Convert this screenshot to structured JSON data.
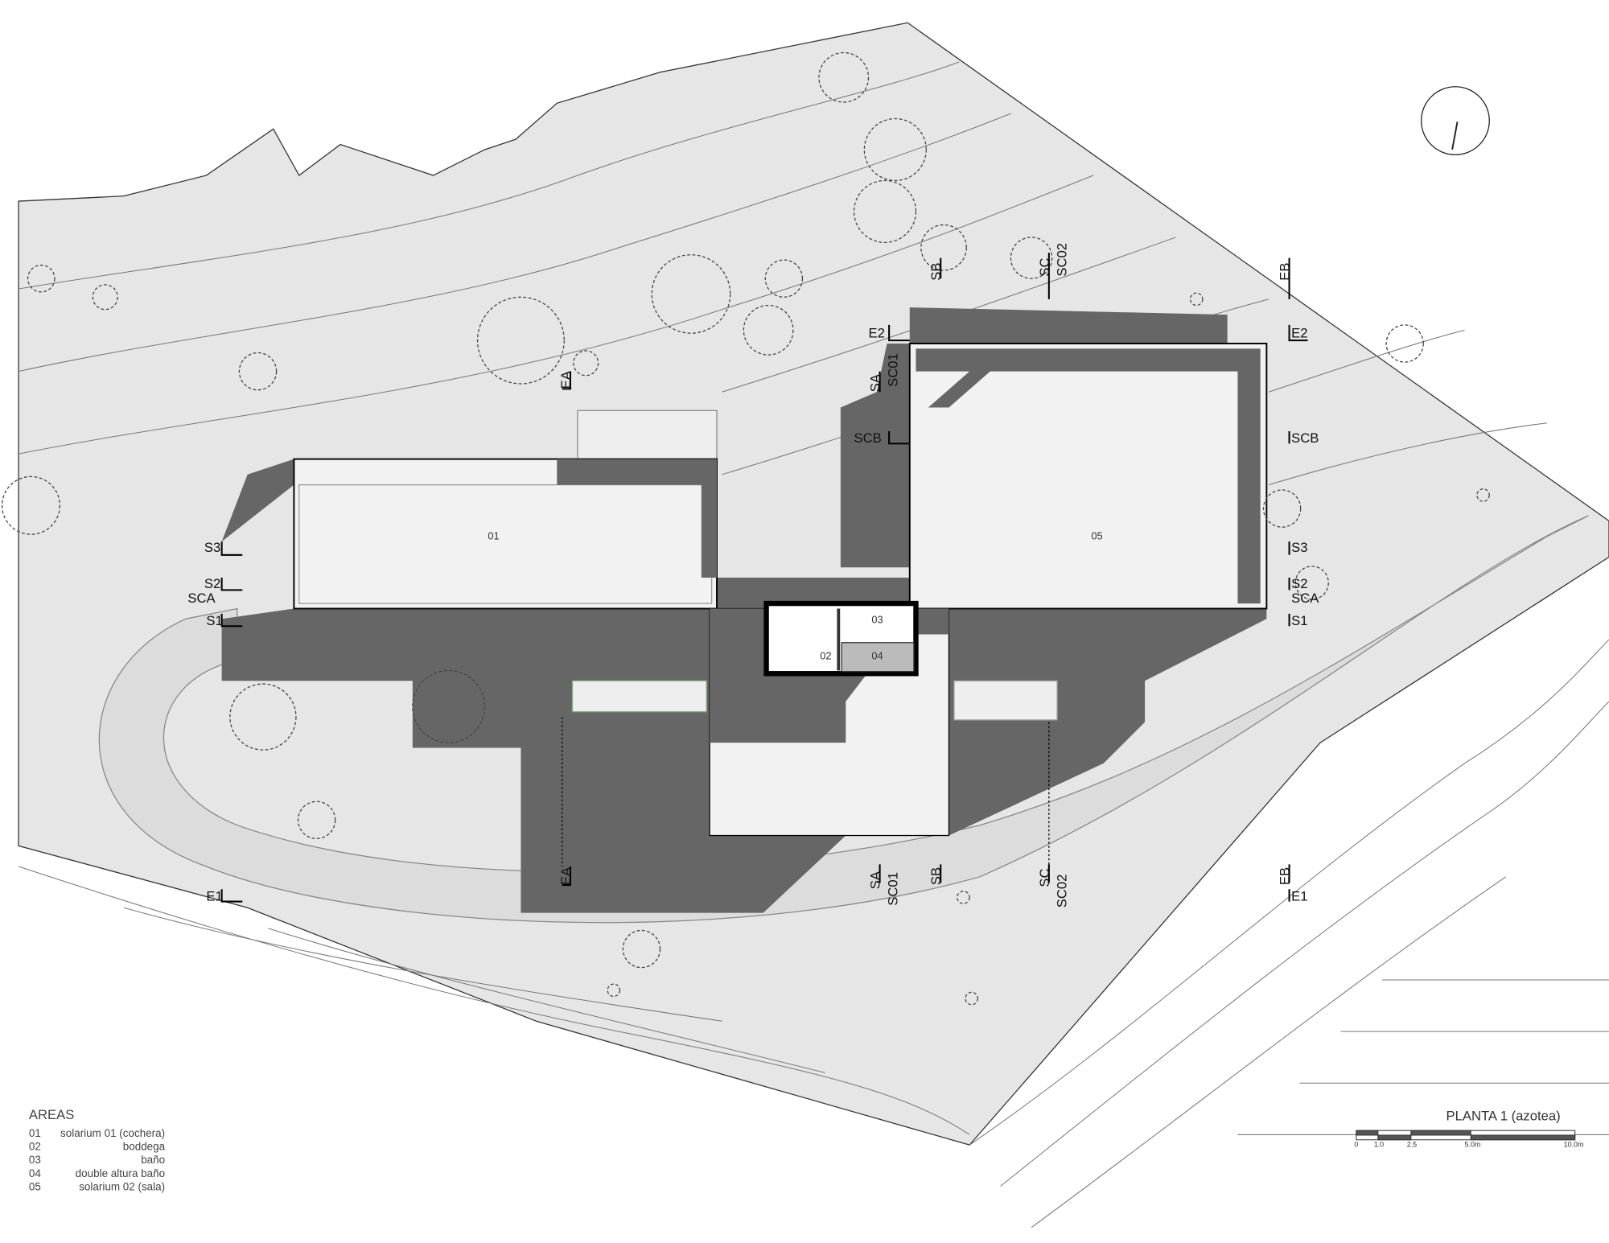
{
  "title": "PLANTA 1 (azotea)",
  "areas": {
    "heading": "AREAS",
    "items": [
      {
        "num": "01",
        "name": "solarium 01 (cochera)"
      },
      {
        "num": "02",
        "name": "boddega"
      },
      {
        "num": "03",
        "name": "baño"
      },
      {
        "num": "04",
        "name": "double altura baño"
      },
      {
        "num": "05",
        "name": "solarium 02 (sala)"
      }
    ]
  },
  "scale_bar": {
    "ticks": [
      "0",
      "1.0",
      "2.5",
      "5.0m",
      "10.0m"
    ]
  },
  "rooms": {
    "r01": "01",
    "r02": "02",
    "r03": "03",
    "r04": "04",
    "r05": "05"
  },
  "sections": {
    "EA": "EA",
    "EB": "EB",
    "E1": "E1",
    "E2": "E2",
    "SA": "SA",
    "SB": "SB",
    "SC": "SC",
    "SC01": "SC01",
    "SC02": "SC02",
    "SCA": "SCA",
    "SCB": "SCB",
    "S1": "S1",
    "S2": "S2",
    "S3": "S3"
  },
  "colors": {
    "terrain": "#e6e6e6",
    "mass": "#666666",
    "roof": "#f2f2f2",
    "road": "#dcdcdc"
  }
}
